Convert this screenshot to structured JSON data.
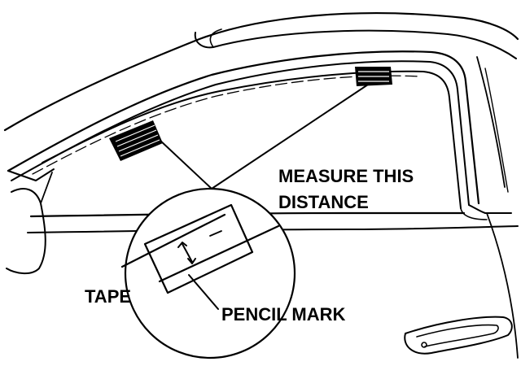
{
  "labels": {
    "measure_line1": "MEASURE THIS",
    "measure_line2": "DISTANCE",
    "tape": "TAPE",
    "pencil_mark": "PENCIL MARK"
  },
  "colors": {
    "ink": "#000000",
    "paper": "#ffffff"
  }
}
